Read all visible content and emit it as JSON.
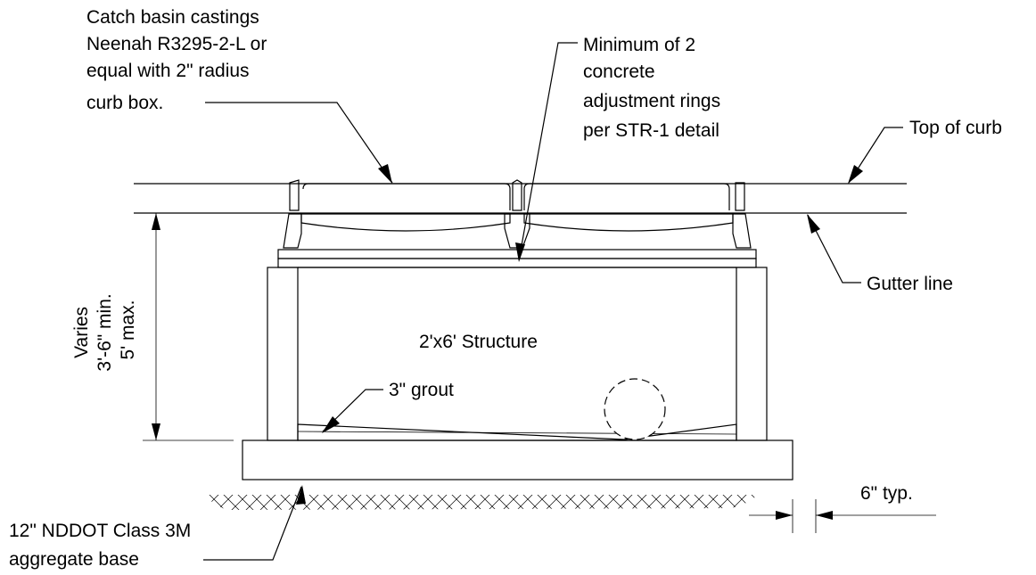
{
  "labels": {
    "castings": [
      "Catch basin castings",
      "Neenah R3295-2-L or",
      "equal with 2\" radius",
      "curb box."
    ],
    "rings": [
      "Minimum of 2",
      "concrete",
      "adjustment rings",
      "per STR-1 detail"
    ],
    "top_of_curb": "Top of curb",
    "gutter_line": "Gutter line",
    "structure": "2'x6' Structure",
    "grout": "3\" grout",
    "typ": "6\" typ.",
    "aggregate": [
      "12\" NDDOT Class 3M",
      "aggregate base"
    ],
    "dimension": [
      "Varies",
      "3'-6\" min.",
      "5' max."
    ]
  },
  "colors": {
    "line": "#000000",
    "background": "#ffffff"
  }
}
